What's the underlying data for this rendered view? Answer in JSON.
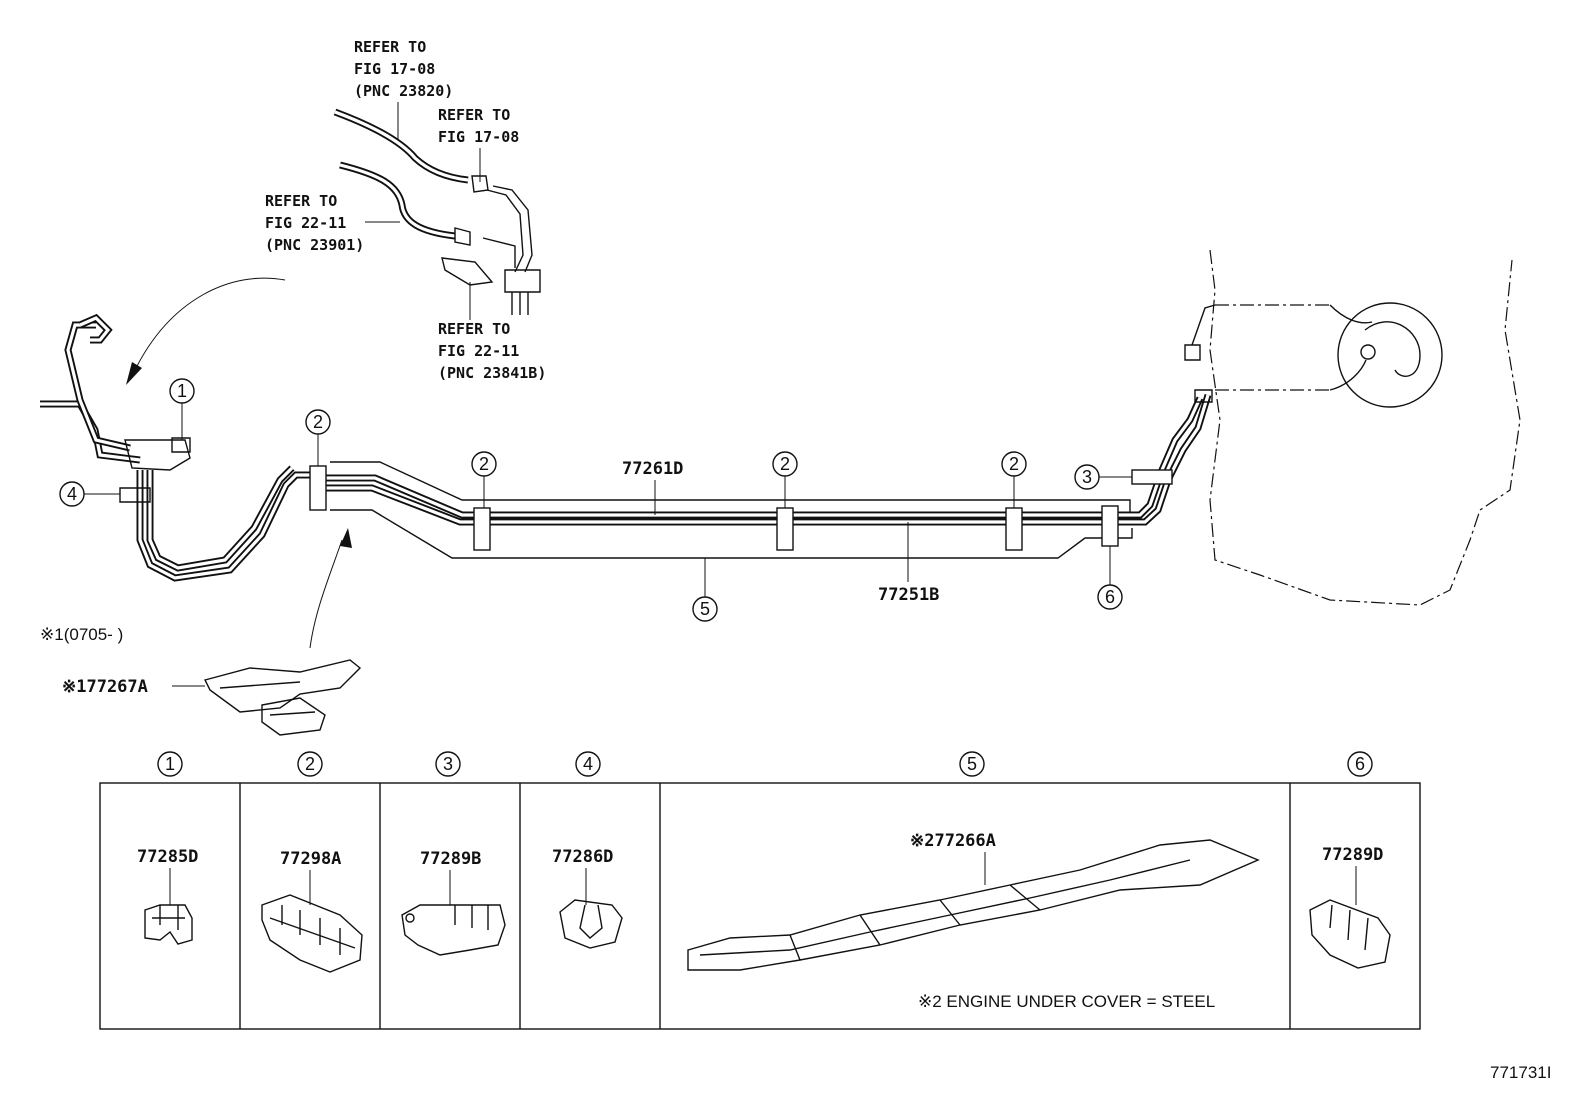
{
  "refs": {
    "r1": [
      "REFER TO",
      "FIG 17-08",
      "(PNC 23820)"
    ],
    "r2": [
      "REFER TO",
      "FIG 17-08"
    ],
    "r3": [
      "REFER TO",
      "FIG 22-11",
      "(PNC 23901)"
    ],
    "r4": [
      "REFER TO",
      "FIG 22-11",
      "(PNC 23841B)"
    ]
  },
  "callouts": {
    "c1": "1",
    "c2": "2",
    "c3": "3",
    "c4": "4",
    "c5": "5",
    "c6": "6"
  },
  "parts": {
    "tube_upper": "77261D",
    "tube_lower": "77251B",
    "protector_note": "※1(0705-    )",
    "protector": "※177267A"
  },
  "table": {
    "headers": [
      "1",
      "2",
      "3",
      "4",
      "5",
      "6"
    ],
    "cells": [
      "77285D",
      "77298A",
      "77289B",
      "77286D",
      "※277266A",
      "77289D"
    ],
    "note": "※2 ENGINE UNDER COVER = STEEL"
  },
  "figure_id": "771731I"
}
